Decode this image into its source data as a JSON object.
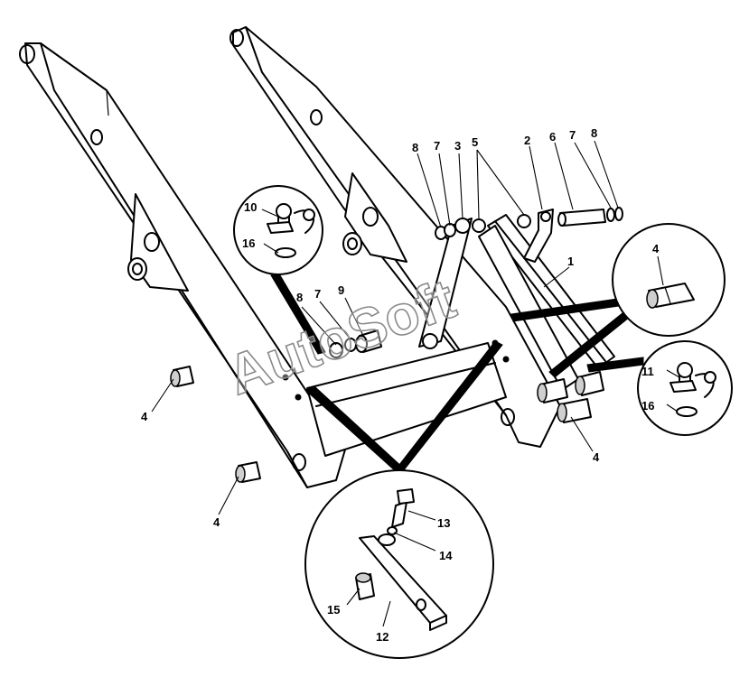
{
  "watermark": "AutoSoft",
  "labels": {
    "l1": "1",
    "l2": "2",
    "l3": "3",
    "l4a": "4",
    "l4b": "4",
    "l4c": "4",
    "l4d": "4",
    "l5": "5",
    "l6": "6",
    "l7a": "7",
    "l7b": "7",
    "l7c": "7",
    "l8a": "8",
    "l8b": "8",
    "l8c": "8",
    "l9": "9",
    "l10": "10",
    "l11": "11",
    "l12": "12",
    "l13": "13",
    "l14": "14",
    "l15": "15",
    "l16a": "16",
    "l16b": "16"
  }
}
